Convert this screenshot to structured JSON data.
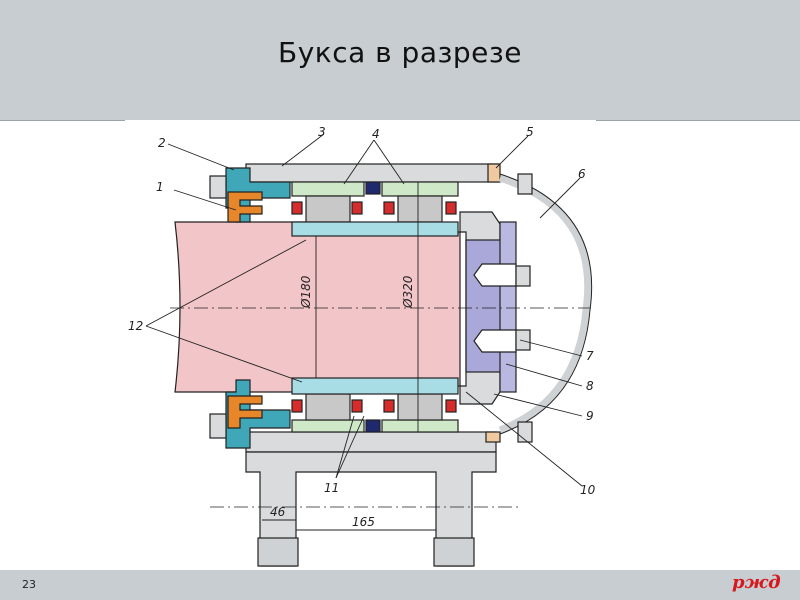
{
  "slide": {
    "title": "Букса в разрезе",
    "page_number": "23",
    "logo_text": "ржд"
  },
  "diagram": {
    "callouts": [
      "1",
      "2",
      "3",
      "4",
      "5",
      "6",
      "7",
      "8",
      "9",
      "10",
      "11",
      "12"
    ],
    "dim_d180": "Ø180",
    "dim_d320": "Ø320",
    "dim_46": "46",
    "dim_165": "165"
  },
  "colors": {
    "axle": "#f2c6c9",
    "housing": "#d9dbdc",
    "ring": "#a8dde6",
    "cage": "#cfe8c8",
    "roller": "#c8c8c8",
    "seal": "#d62c2c",
    "orange": "#e8862a",
    "teal": "#3fa7b8",
    "end_plate": "#a9a8d8",
    "navy": "#1f2a6e",
    "tan": "#f0c9a0"
  }
}
